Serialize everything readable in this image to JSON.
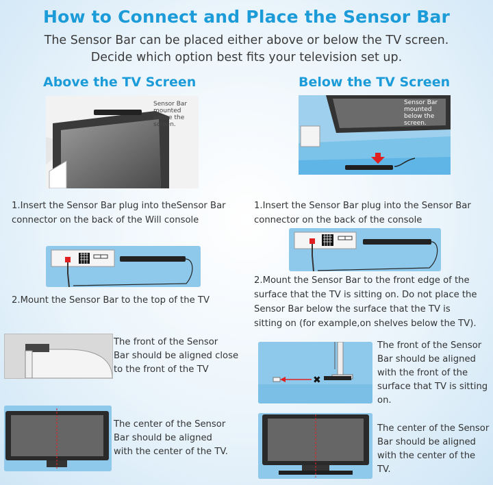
{
  "title": "How to Connect and Place the Sensor Bar",
  "subtitle_lines": [
    "The Sensor Bar can be placed either above or below the TV screen.",
    "Decide which option best fits your television set up."
  ],
  "left": {
    "heading": "Above the TV Screen",
    "photo_caption": [
      "Sensor Bar mounted",
      "above the screen."
    ],
    "step1": [
      "1.Insert the Sensor Bar plug into theSensor Bar",
      "connector on the back of the Will console"
    ],
    "step2": "2.Mount the Sensor Bar to the top of the TV",
    "align1": [
      "The front of the Sensor",
      "Bar should be aligned close",
      "to the front of the TV"
    ],
    "align2": [
      "The center of the Sensor",
      "Bar should be aligned",
      "with the center of the TV."
    ]
  },
  "right": {
    "heading": "Below the TV Screen",
    "photo_caption": [
      "Sensor Bar mounted",
      "below the screen."
    ],
    "step1": [
      "1.Insert the Sensor Bar plug into the Sensor Bar",
      "connector on the back of the console"
    ],
    "step2": [
      "2.Mount the Sensor Bar to the front edge of the",
      "surface that the TV is sitting on. Do not place the",
      "Sensor Bar below the surface that the TV is",
      "sitting on (for example,on shelves below the TV)."
    ],
    "align1": [
      "The front of the Sensor",
      "Bar should be aligned",
      "with the front of the",
      "surface that TV is sitting",
      "on."
    ],
    "align2": [
      "The center of the Sensor",
      "Bar should be aligned",
      "with the center of the",
      "TV."
    ]
  },
  "colors": {
    "accent": "#1c9bd9",
    "panel": "#8ec8ea",
    "arrow": "#e02020"
  },
  "icons": [
    "tv",
    "sensor-bar",
    "wii-console",
    "red-arrow",
    "x-mark"
  ]
}
